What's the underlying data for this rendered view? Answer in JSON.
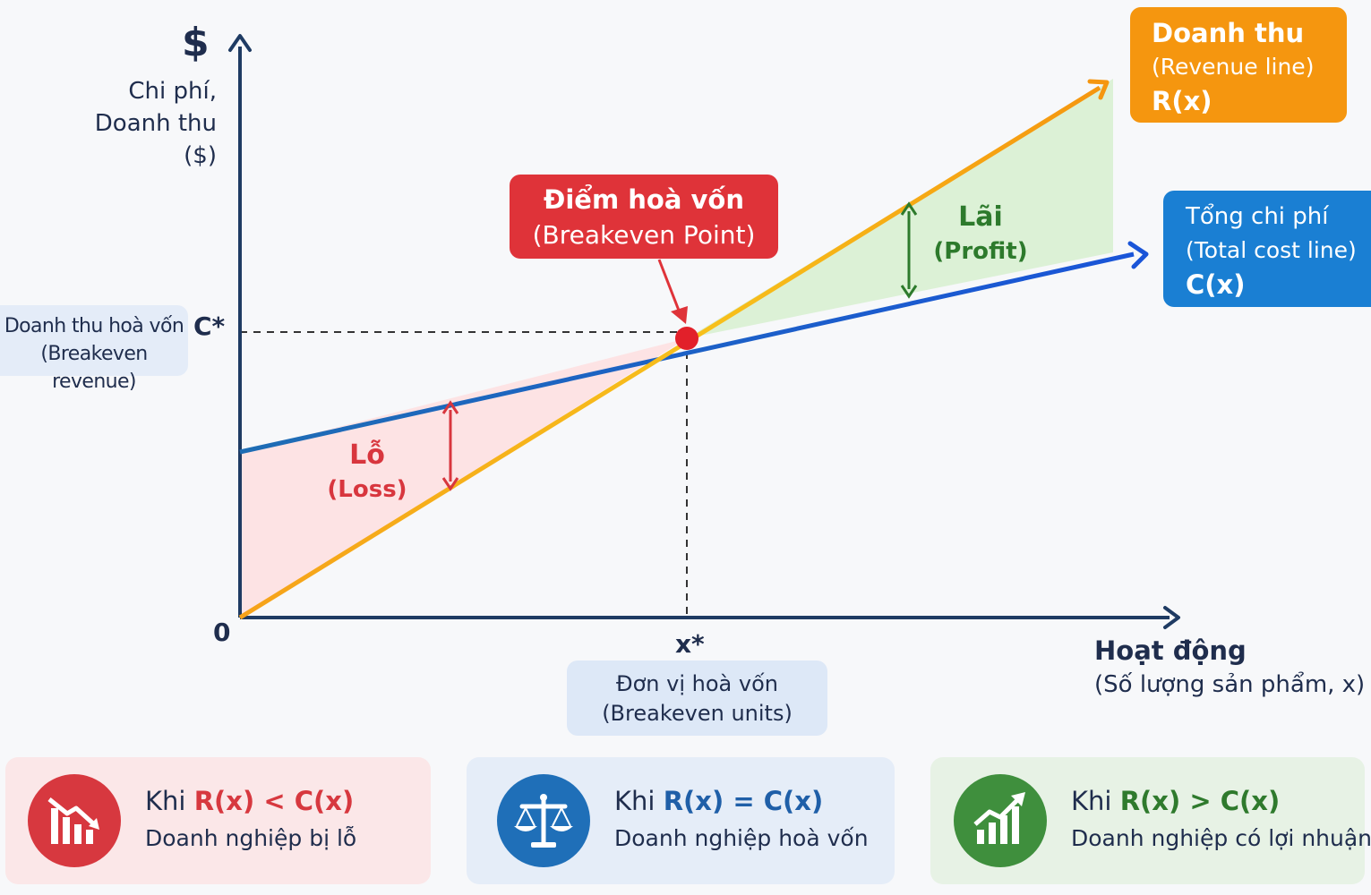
{
  "axes": {
    "y_symbol": "$",
    "y_label_line1": "Chi phí,",
    "y_label_line2": "Doanh thu",
    "y_label_line3": "($)",
    "origin": "0",
    "c_star": "C*",
    "x_star": "x*",
    "x_title": "Hoạt động",
    "x_subtitle": "(Số lượng sản phẩm, x)"
  },
  "revenue_box": {
    "line1": "Doanh thu",
    "line2": "(Revenue line)",
    "line3": "R(x)"
  },
  "cost_box": {
    "line1": "Tổng chi phí",
    "line2": "(Total cost line)",
    "line3": "C(x)"
  },
  "breakeven_box": {
    "line1": "Điểm hoà vốn",
    "line2": "(Breakeven Point)"
  },
  "loss_label": {
    "line1": "Lỗ",
    "line2": "(Loss)"
  },
  "profit_label": {
    "line1": "Lãi",
    "line2": "(Profit)"
  },
  "breakeven_revenue": {
    "line1": "Doanh thu hoà vốn",
    "line2": "(Breakeven revenue)"
  },
  "breakeven_units": {
    "line1": "Đơn vị hoà vốn",
    "line2": "(Breakeven units)"
  },
  "cards": [
    {
      "prefix": "Khi ",
      "expr": "R(x) < C(x)",
      "text": "Doanh nghiệp bị lỗ",
      "icon": "declining-bar-chart-icon"
    },
    {
      "prefix": "Khi ",
      "expr": "R(x) = C(x)",
      "text": "Doanh nghiệp hoà vốn",
      "icon": "balance-scale-icon"
    },
    {
      "prefix": "Khi ",
      "expr": "R(x) > C(x)",
      "text": "Doanh nghiệp có lợi nhuận",
      "icon": "rising-bar-chart-icon"
    }
  ],
  "colors": {
    "revenue": "#f5960f",
    "cost": "#1a7fd3",
    "breakeven": "#df3339",
    "loss_fill": "#fde3e4",
    "profit_fill": "#dcf1d6",
    "axis": "#1f3b63"
  }
}
